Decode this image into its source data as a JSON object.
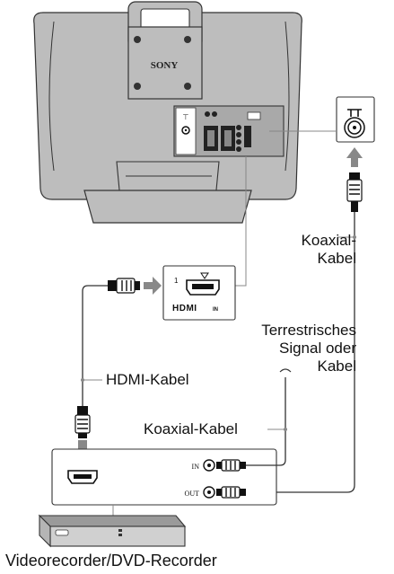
{
  "tv": {
    "brand": "SONY"
  },
  "hdmi_port": {
    "number": "1",
    "logo": "HDMI",
    "in_label": "IN"
  },
  "recorder_ports": {
    "in_label": "IN",
    "out_label": "OUT"
  },
  "labels": {
    "coax_top": [
      "Koaxial-",
      "Kabel"
    ],
    "terrestrial": [
      "Terrestrisches",
      "Signal oder",
      "Kabel"
    ],
    "hdmi_cable": "HDMI-Kabel",
    "coax_bottom": "Koaxial-Kabel",
    "device": "Videorecorder/DVD-Recorder"
  },
  "icons": [
    "antenna-wall-socket-icon",
    "arrow-up-icon",
    "arrow-right-icon",
    "arrow-down-icon",
    "hdmi-plug-icon",
    "coax-plug-icon"
  ]
}
